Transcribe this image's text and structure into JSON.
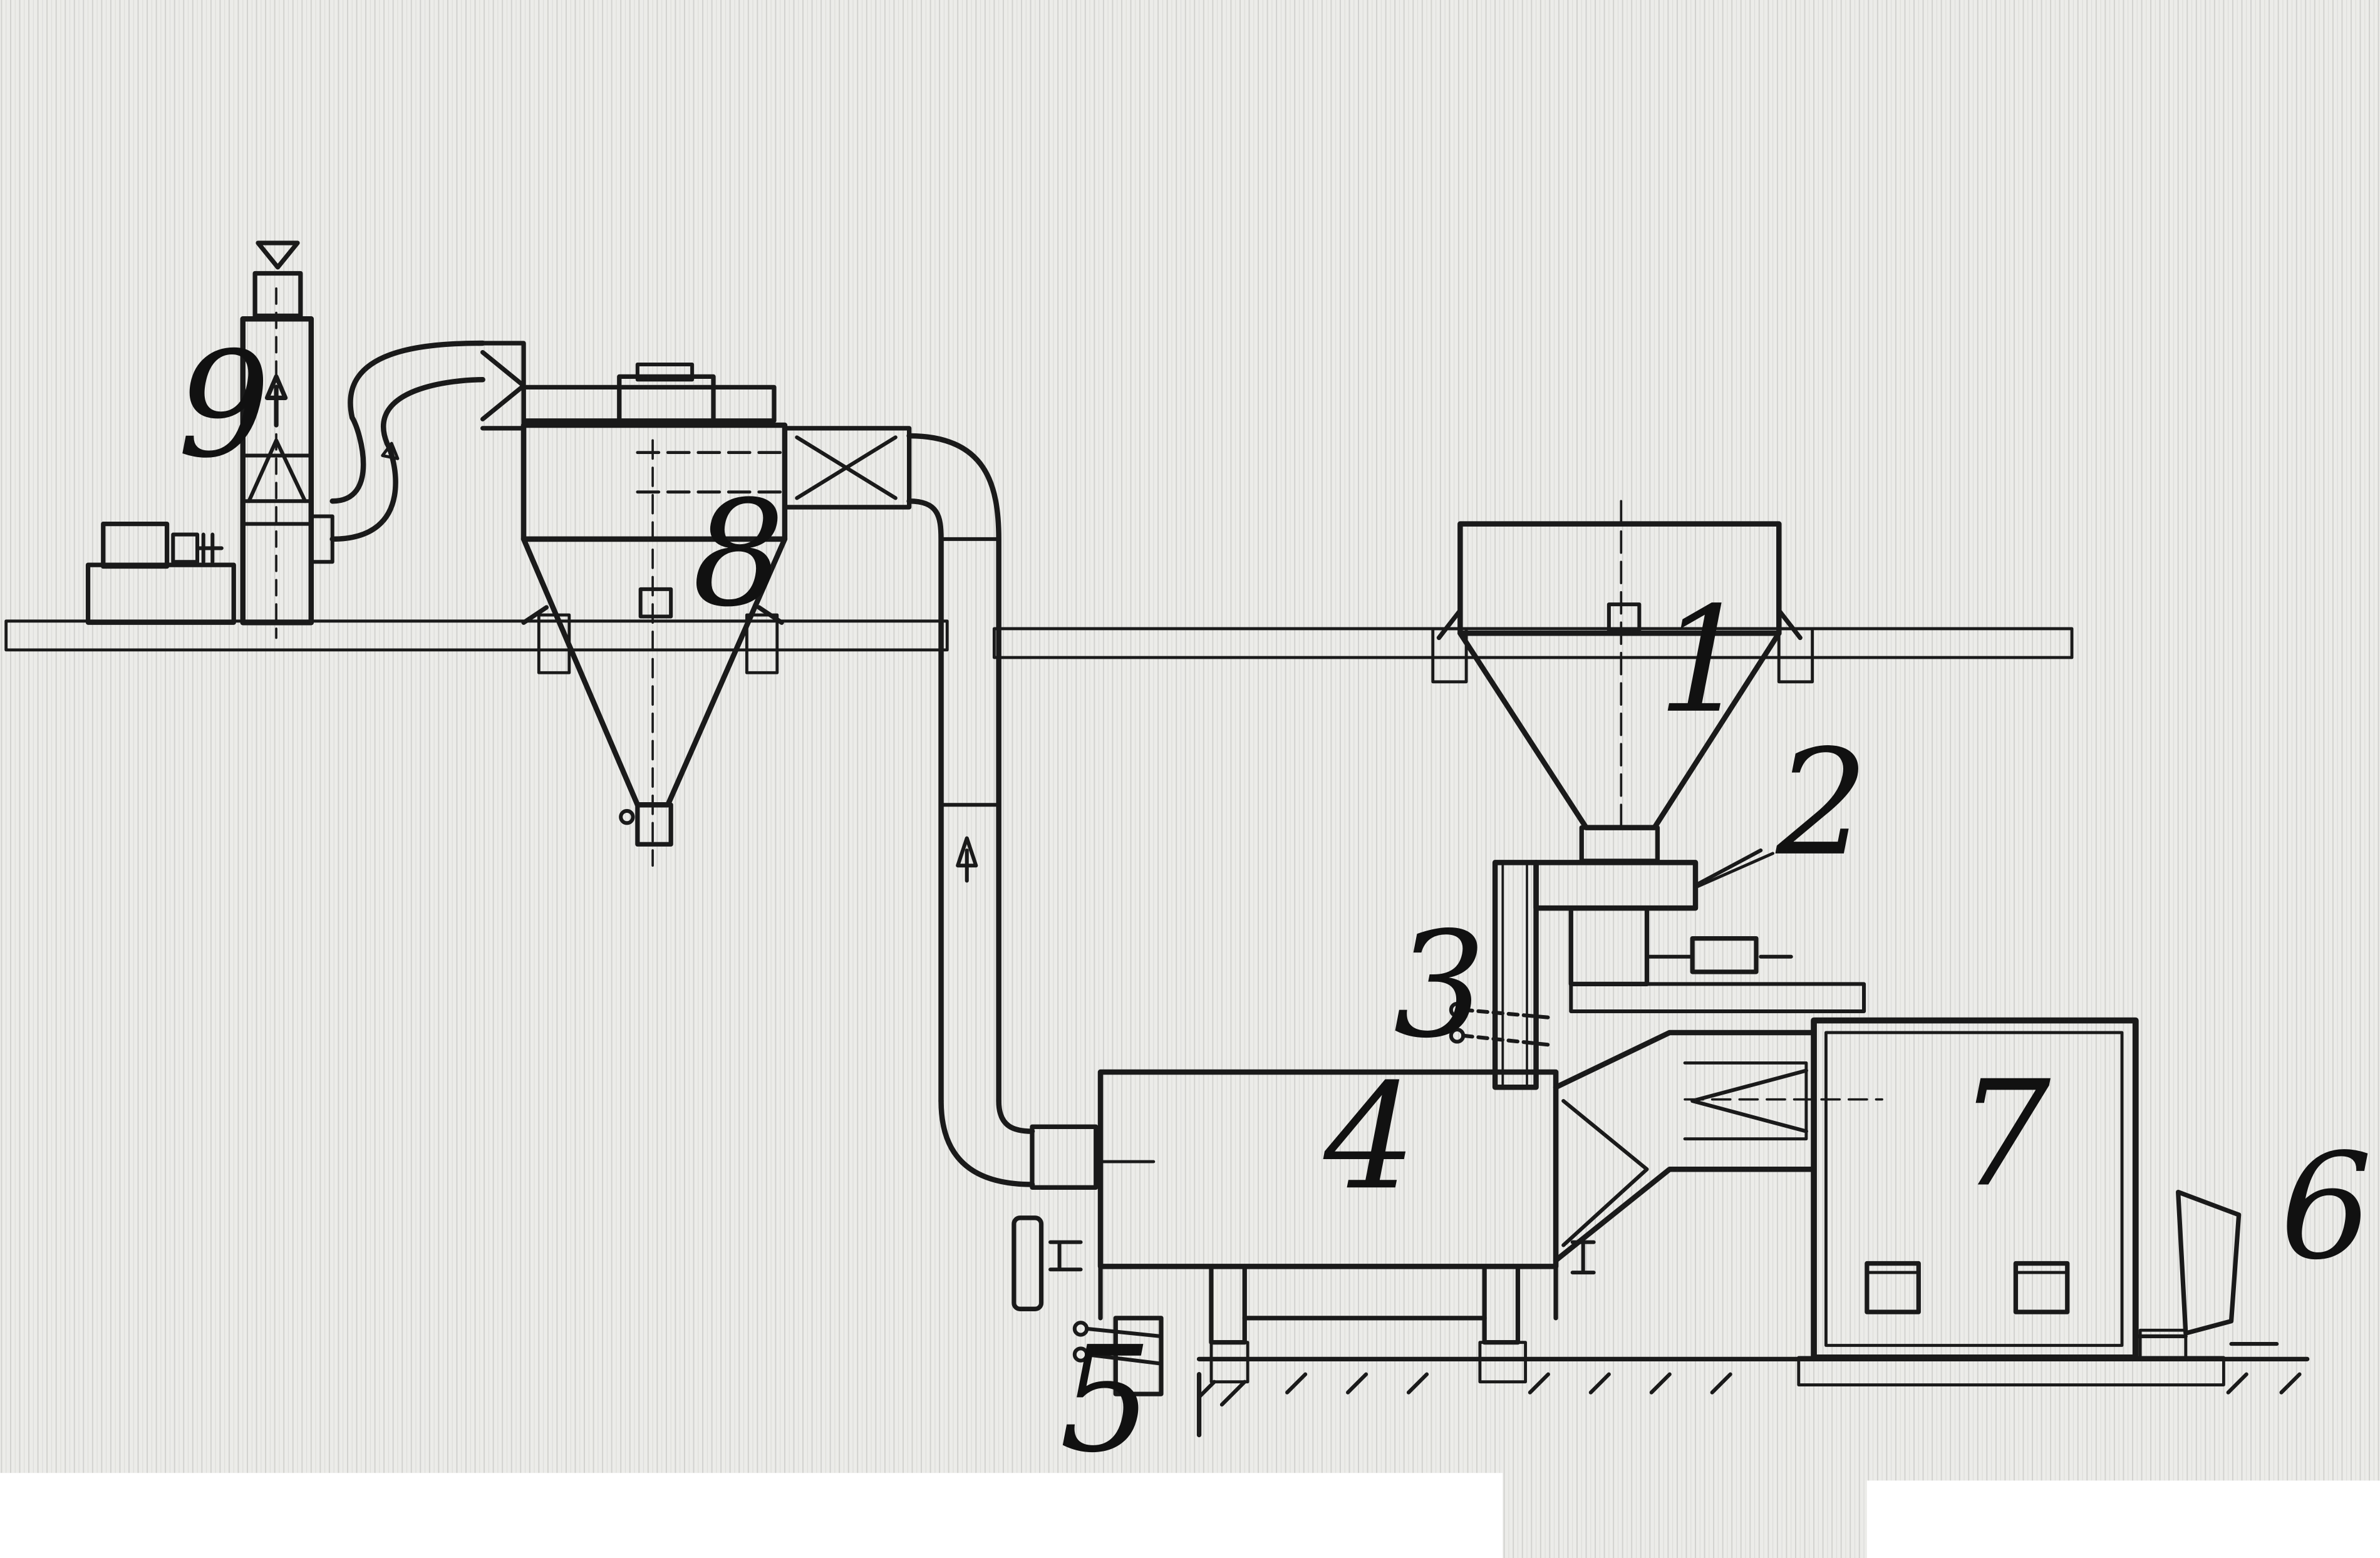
{
  "labels": {
    "hopper": "1",
    "feeder": "2",
    "burner_upper": "3",
    "drum": "4",
    "burner_lower": "5",
    "fan": "6",
    "furnace": "7",
    "cyclone": "8",
    "exhauster": "9"
  },
  "colors": {
    "paper": "#e9e9e6",
    "ink": "#1a1a1a",
    "hatch": "#333333"
  },
  "icons": {
    "flow_arrow": "arrow-up",
    "exit_arrow": "triangle-down"
  }
}
